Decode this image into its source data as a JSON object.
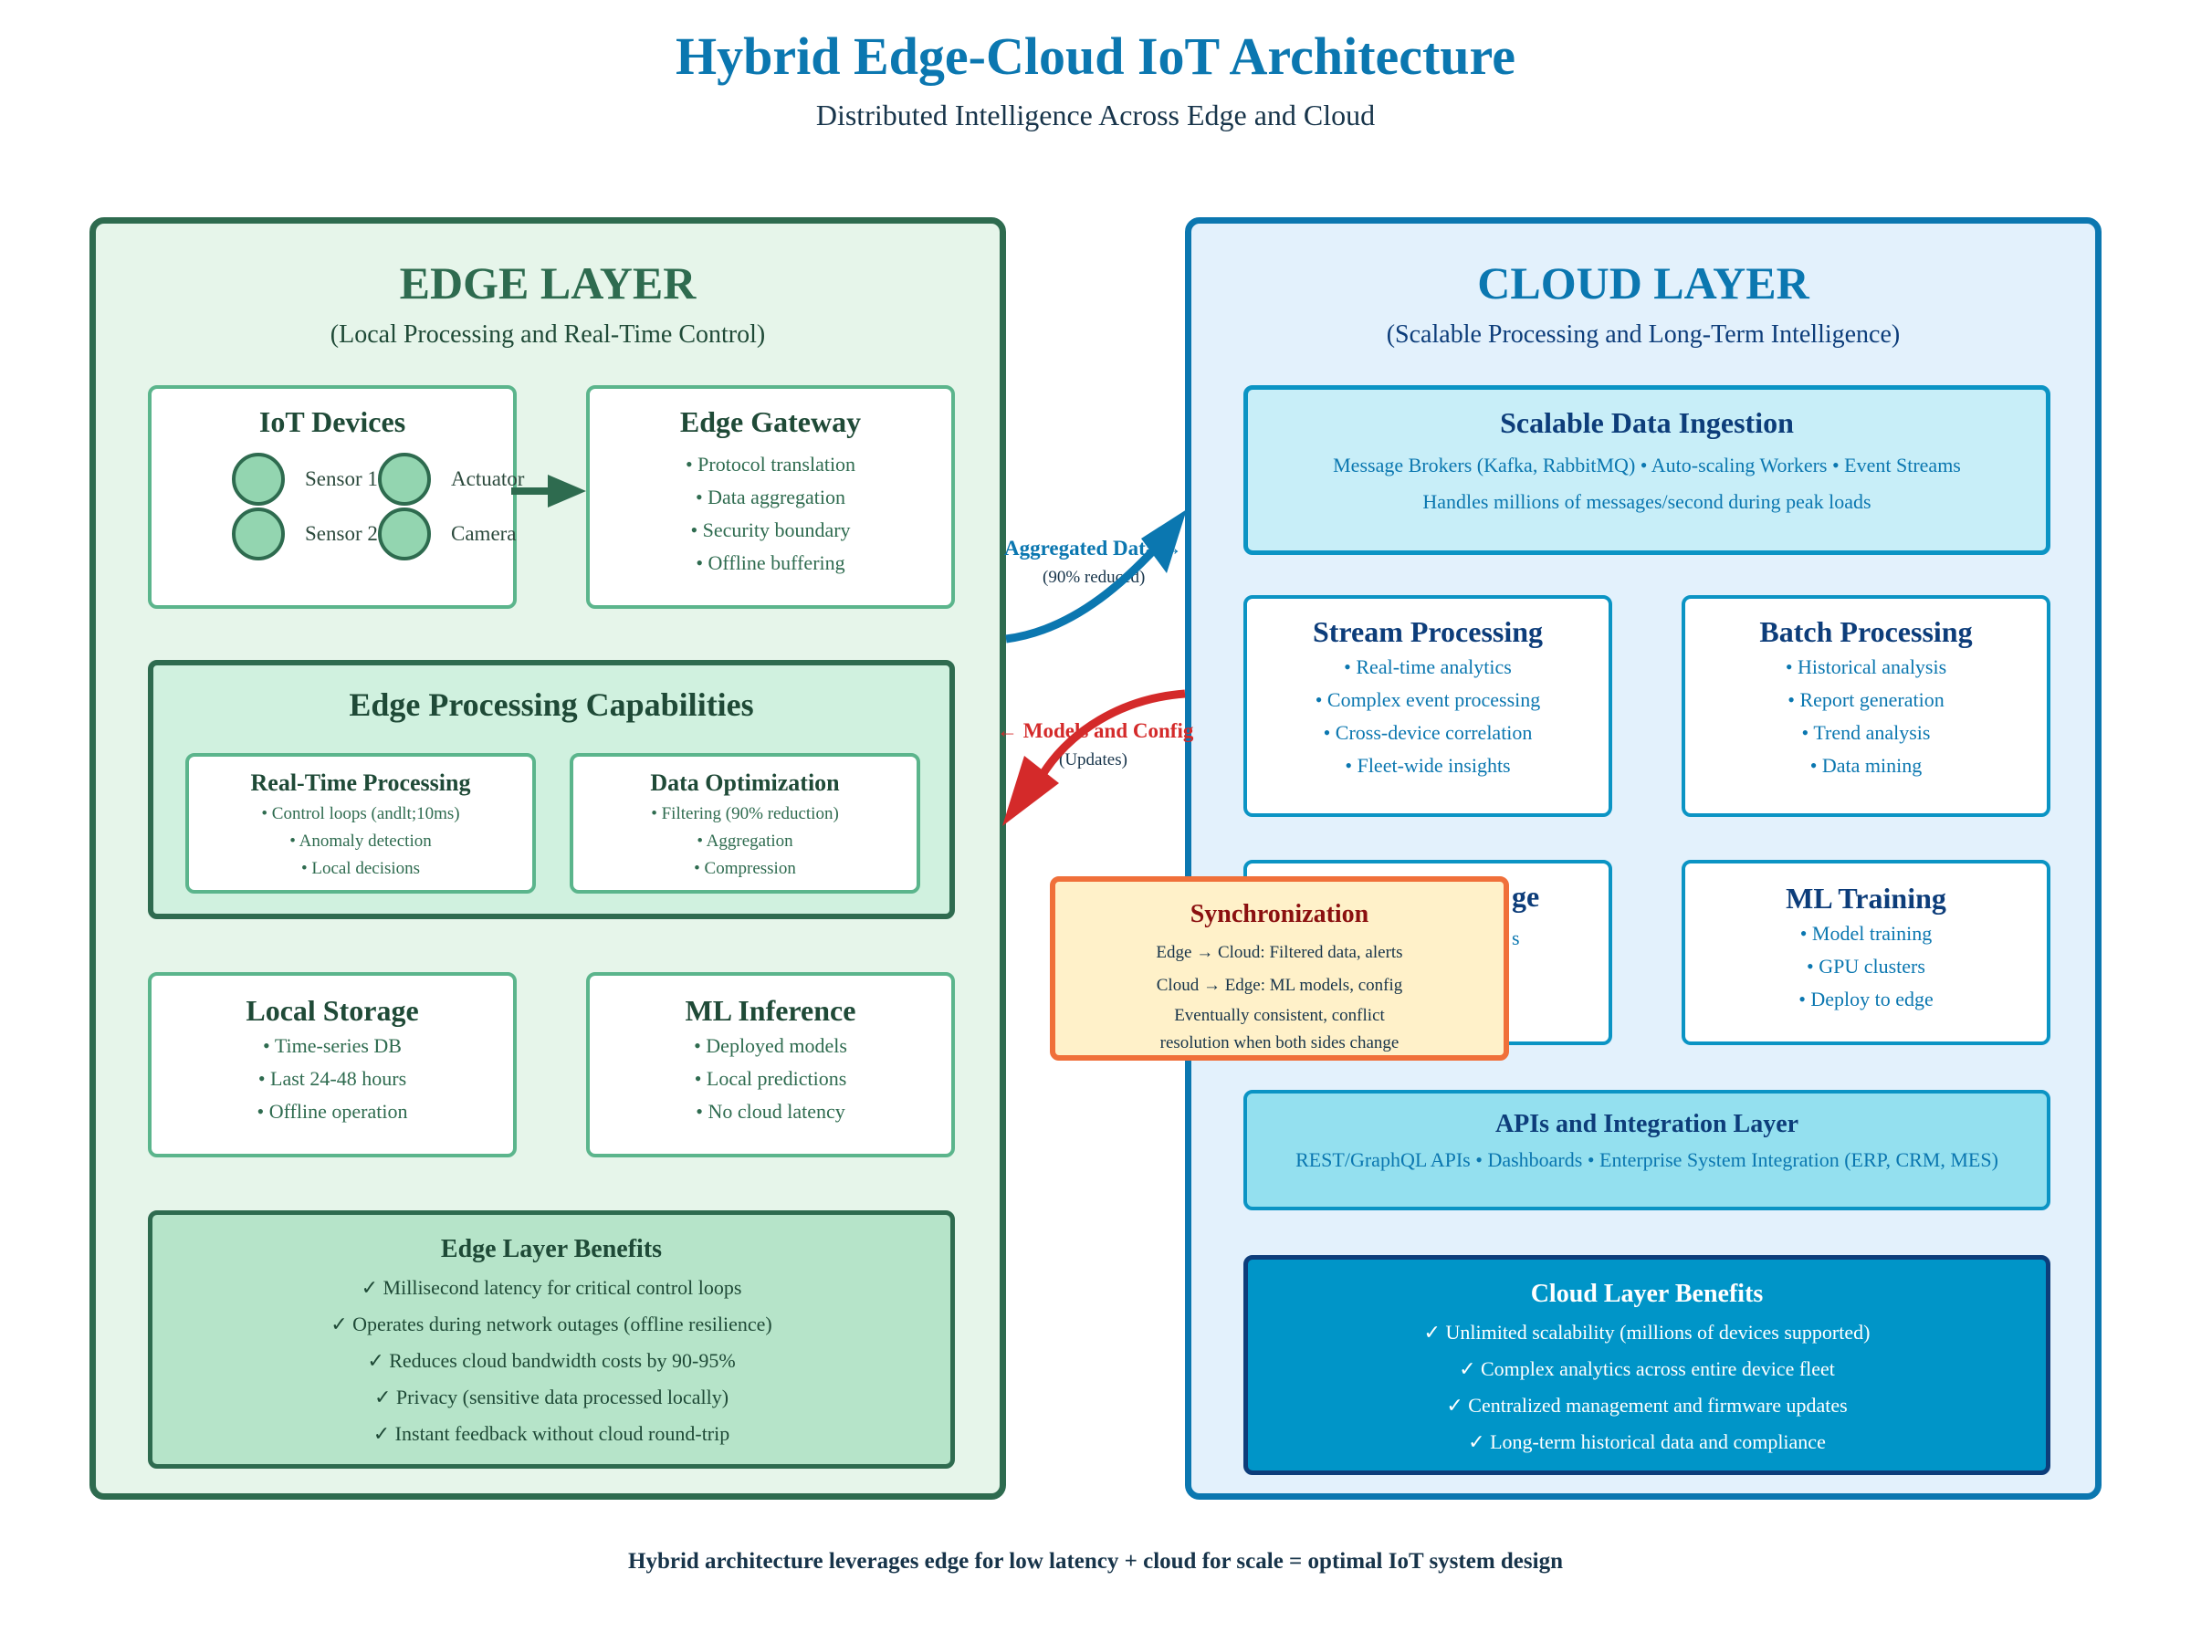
{
  "header": {
    "title": "Hybrid Edge-Cloud IoT Architecture",
    "subtitle": "Distributed Intelligence Across Edge and Cloud"
  },
  "edge": {
    "title": "EDGE LAYER",
    "subtitle": "(Local Processing and Real-Time Control)",
    "iot_devices": {
      "title": "IoT Devices",
      "devices": [
        "Sensor 1",
        "Actuator",
        "Sensor 2",
        "Camera"
      ]
    },
    "gateway": {
      "title": "Edge Gateway",
      "items": [
        "• Protocol translation",
        "• Data aggregation",
        "• Security boundary",
        "• Offline buffering"
      ]
    },
    "capabilities": {
      "title": "Edge Processing Capabilities",
      "realtime": {
        "title": "Real-Time Processing",
        "items": [
          "• Control loops (andlt;10ms)",
          "• Anomaly detection",
          "• Local decisions"
        ]
      },
      "optimization": {
        "title": "Data Optimization",
        "items": [
          "• Filtering (90% reduction)",
          "• Aggregation",
          "• Compression"
        ]
      }
    },
    "storage": {
      "title": "Local Storage",
      "items": [
        "• Time-series DB",
        "• Last 24-48 hours",
        "• Offline operation"
      ]
    },
    "inference": {
      "title": "ML Inference",
      "items": [
        "• Deployed models",
        "• Local predictions",
        "• No cloud latency"
      ]
    },
    "benefits": {
      "title": "Edge Layer Benefits",
      "items": [
        "✓ Millisecond latency for critical control loops",
        "✓ Operates during network outages (offline resilience)",
        "✓ Reduces cloud bandwidth costs by 90-95%",
        "✓ Privacy (sensitive data processed locally)",
        "✓ Instant feedback without cloud round-trip"
      ]
    }
  },
  "cloud": {
    "title": "CLOUD LAYER",
    "subtitle": "(Scalable Processing and Long-Term Intelligence)",
    "ingestion": {
      "title": "Scalable Data Ingestion",
      "line1": "Message Brokers (Kafka, RabbitMQ) • Auto-scaling Workers • Event Streams",
      "line2": "Handles millions of messages/second during peak loads"
    },
    "stream": {
      "title": "Stream Processing",
      "items": [
        "• Real-time analytics",
        "• Complex event processing",
        "• Cross-device correlation",
        "• Fleet-wide insights"
      ]
    },
    "batch": {
      "title": "Batch Processing",
      "items": [
        "• Historical analysis",
        "• Report generation",
        "• Trend analysis",
        "• Data mining"
      ]
    },
    "storage_partial": {
      "title_visible": "ge",
      "item_visible": "s"
    },
    "ml_training": {
      "title": "ML Training",
      "items": [
        "• Model training",
        "• GPU clusters",
        "• Deploy to edge"
      ]
    },
    "apis": {
      "title": "APIs and Integration Layer",
      "line": "REST/GraphQL APIs • Dashboards • Enterprise System Integration (ERP, CRM, MES)"
    },
    "benefits": {
      "title": "Cloud Layer Benefits",
      "items": [
        "✓ Unlimited scalability (millions of devices supported)",
        "✓ Complex analytics across entire device fleet",
        "✓ Centralized management and firmware updates",
        "✓ Long-term historical data and compliance"
      ]
    }
  },
  "flows": {
    "up": {
      "label": "Aggregated Data →",
      "sub": "(90% reduced)",
      "color": "#0b77b0"
    },
    "down": {
      "label": "← Models and Config",
      "sub": "(Updates)",
      "color": "#d42a2a"
    }
  },
  "sync": {
    "title": "Synchronization",
    "lines": [
      "Edge → Cloud: Filtered data, alerts",
      "Cloud → Edge: ML models, config",
      "Eventually consistent, conflict",
      "resolution when both sides change"
    ]
  },
  "footer": "Hybrid architecture leverages edge for low latency + cloud for scale = optimal IoT system design",
  "colors": {
    "edge_dark": "#2e6b4f",
    "edge_accent": "#5bb58c",
    "cloud_blue": "#0b77b0",
    "cloud_navy": "#0d3d7a",
    "sync_border": "#f0703a",
    "sync_bg": "#fff1c9",
    "sync_title": "#8b1010"
  }
}
